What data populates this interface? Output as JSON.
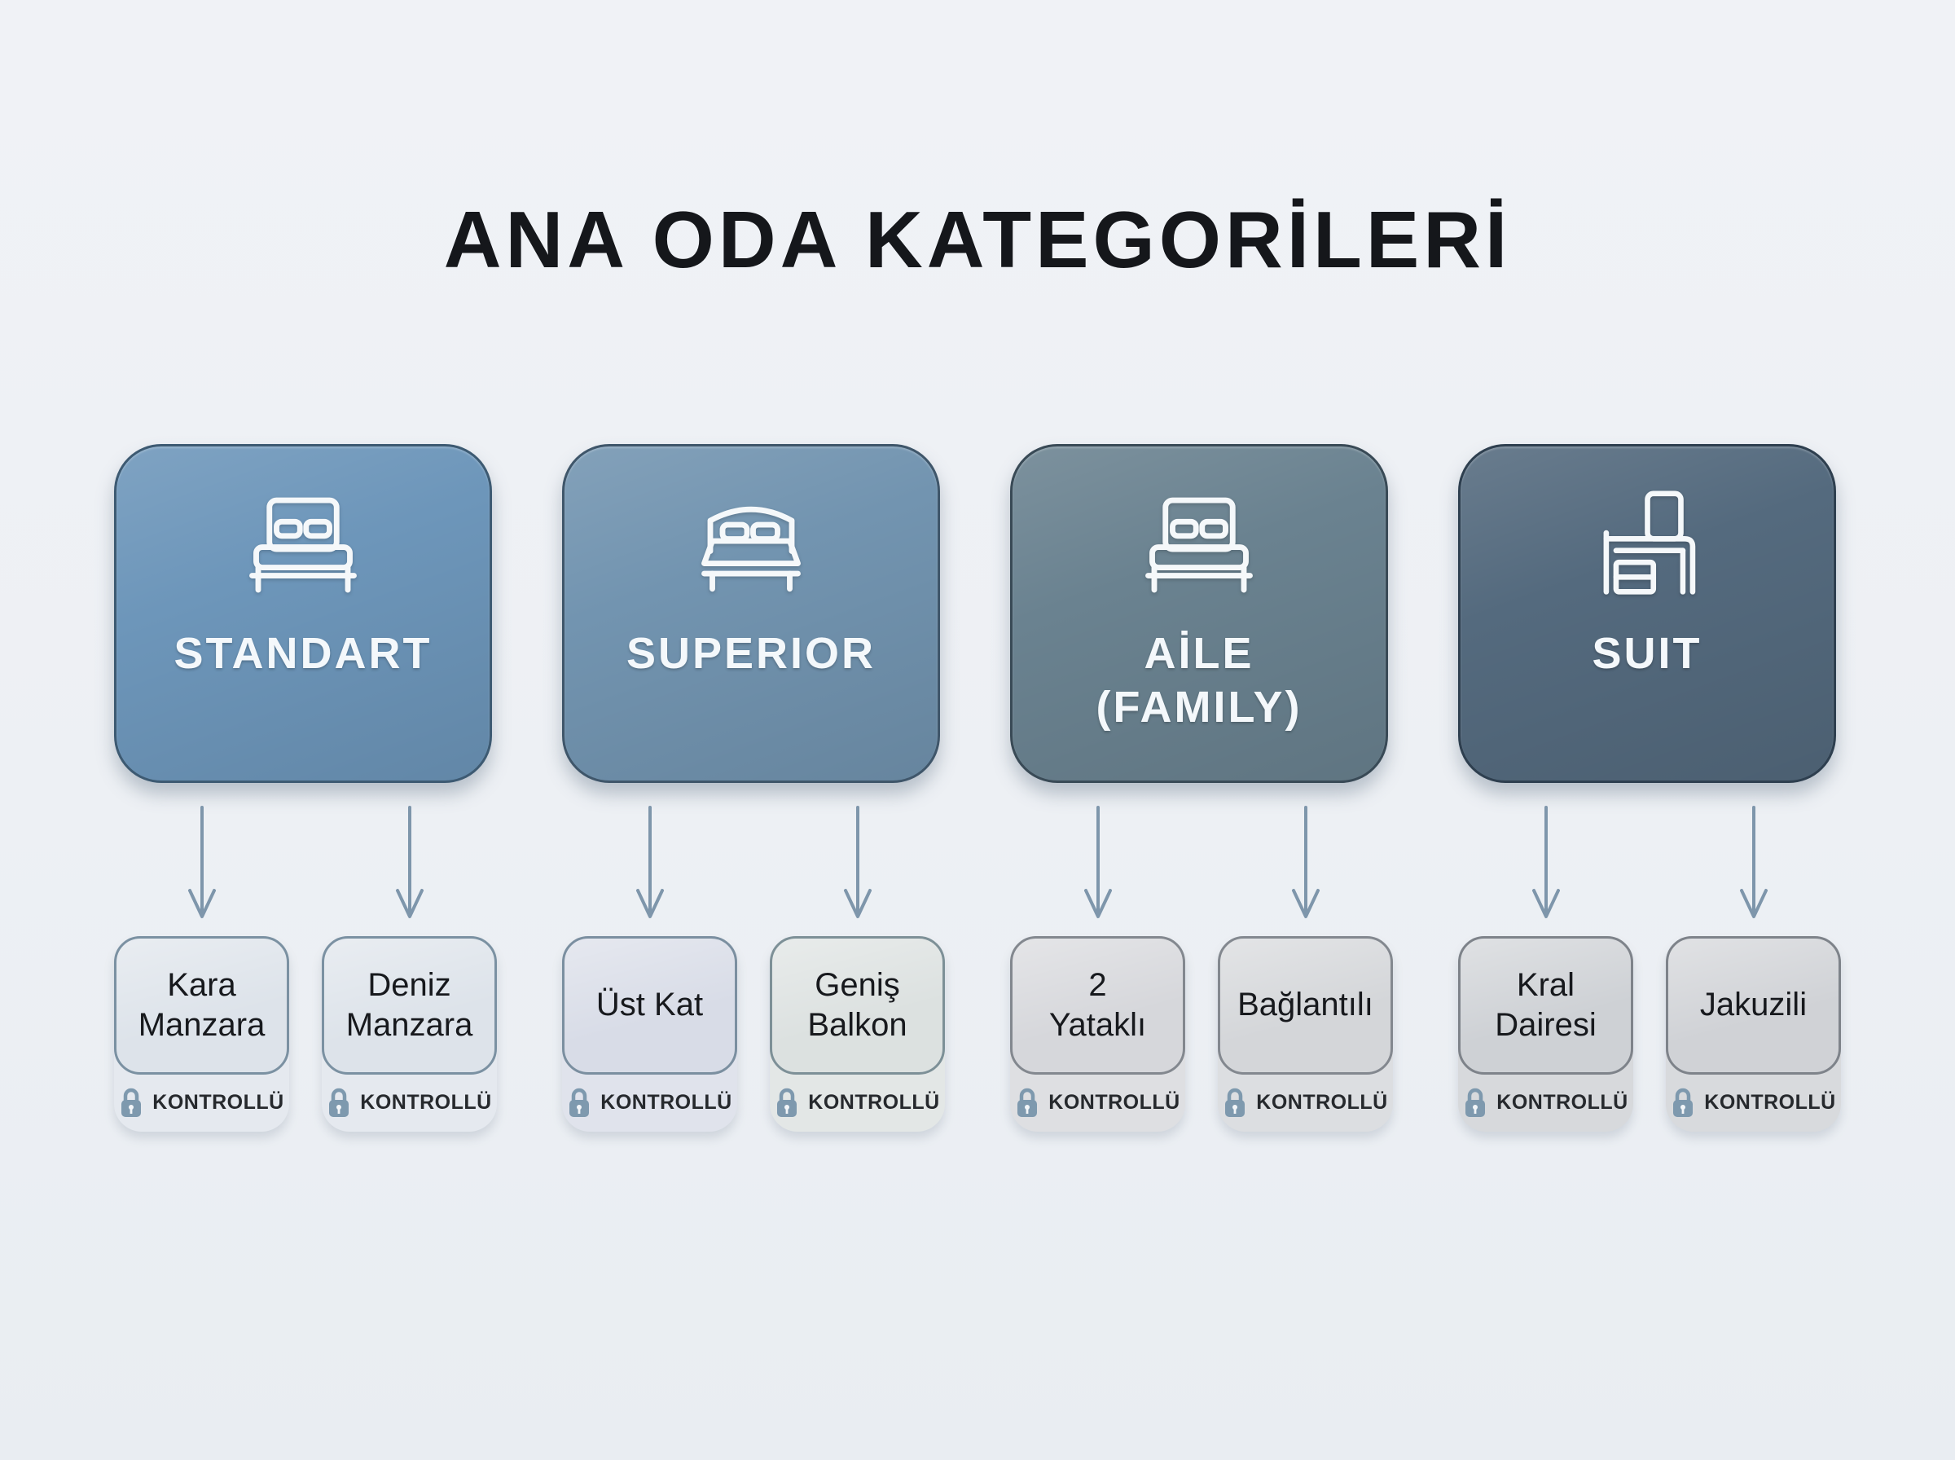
{
  "title": "ANA ODA KATEGORİLERİ",
  "arrow_color": "#7e96ab",
  "lock_color": "#7e99ae",
  "background_color": "#eef1f5",
  "arrow_icon": "arrow-down-icon",
  "categories": [
    {
      "label": "STANDART",
      "icon": "double-bed-icon",
      "bg": "#6d96ba",
      "border": "#3d5a72",
      "children": [
        {
          "label": "Kara Manzara",
          "bg": "#dde3ea",
          "band": "#e5e9ef",
          "border": "#7b91a2",
          "badge": "KONTROLLÜ",
          "badge_icon": "lock-icon"
        },
        {
          "label": "Deniz Manzara",
          "bg": "#dde3ea",
          "band": "#e5e9ef",
          "border": "#7b91a2",
          "badge": "KONTROLLÜ",
          "badge_icon": "lock-icon"
        }
      ]
    },
    {
      "label": "SUPERIOR",
      "icon": "double-bed-arched-icon",
      "bg": "#7294b0",
      "border": "#3f566a",
      "children": [
        {
          "label": "Üst Kat",
          "bg": "#d8dce7",
          "band": "#e0e3ec",
          "border": "#7b8fa0",
          "badge": "KONTROLLÜ",
          "badge_icon": "lock-icon"
        },
        {
          "label": "Geniş Balkon",
          "bg": "#dce1e0",
          "band": "#e3e7e6",
          "border": "#7d9097",
          "badge": "KONTROLLÜ",
          "badge_icon": "lock-icon"
        }
      ]
    },
    {
      "label": "AİLE\n(FAMILY)",
      "icon": "double-bed-icon",
      "bg": "#6a8290",
      "border": "#394a56",
      "children": [
        {
          "label": "2\nYataklı",
          "bg": "#d6d7db",
          "band": "#dedfe2",
          "border": "#83888f",
          "badge": "KONTROLLÜ",
          "badge_icon": "lock-icon"
        },
        {
          "label": "Bağlantılı",
          "bg": "#d4d6d9",
          "band": "#dcdee1",
          "border": "#83888f",
          "badge": "KONTROLLÜ",
          "badge_icon": "lock-icon"
        }
      ]
    },
    {
      "label": "SUIT",
      "icon": "vanity-desk-icon",
      "bg": "#546a7e",
      "border": "#2e3f4f",
      "children": [
        {
          "label": "Kral Dairesi",
          "bg": "#ced1d5",
          "band": "#d7d9dc",
          "border": "#7e838a",
          "badge": "KONTROLLÜ",
          "badge_icon": "lock-icon"
        },
        {
          "label": "Jakuzili",
          "bg": "#d0d2d6",
          "band": "#d8dadd",
          "border": "#7e838a",
          "badge": "KONTROLLÜ",
          "badge_icon": "lock-icon"
        }
      ]
    }
  ]
}
